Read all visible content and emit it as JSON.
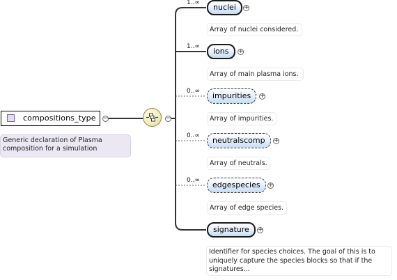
{
  "root": {
    "name": "compositions_type",
    "documentation": "Generic declaration of Plasma composition for a simulation"
  },
  "elements": [
    {
      "name": "nuclei",
      "multiplicity": "1..∞",
      "documentation": "Array of nuclei considered."
    },
    {
      "name": "ions",
      "multiplicity": "1..∞",
      "documentation": "Array of main plasma ions."
    },
    {
      "name": "impurities",
      "multiplicity": "0..∞",
      "documentation": "Array of impurities."
    },
    {
      "name": "neutralscomp",
      "multiplicity": "0..∞",
      "documentation": "Array of neutrals."
    },
    {
      "name": "edgespecies",
      "multiplicity": "0..∞",
      "documentation": "Array of edge species."
    },
    {
      "name": "signature",
      "multiplicity": "",
      "documentation": "Identifier for species choices. The goal of this is to uniquely capture the species blocks so that if the signatures..."
    }
  ],
  "toggles": {
    "collapse": "−",
    "expand": "+"
  },
  "icons": {
    "root_type": "complex-type-icon",
    "compositor": "sequence-compositor-icon"
  }
}
